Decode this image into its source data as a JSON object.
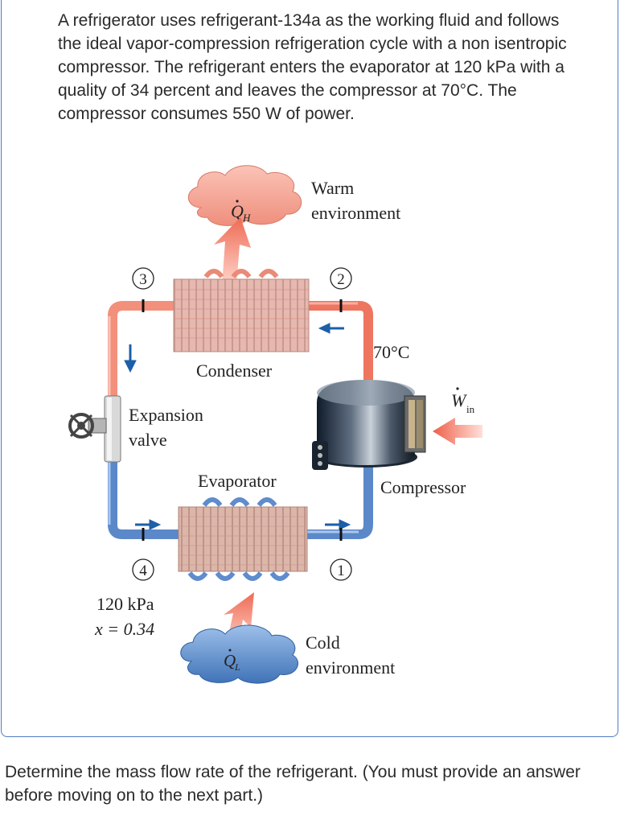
{
  "problem": {
    "text": "A refrigerator uses refrigerant-134a as the working fluid and follows the ideal vapor-compression refrigeration cycle with a non isentropic compressor. The refrigerant enters the evaporator at 120 kPa with a quality of 34 percent and leaves the compressor at 70°C. The compressor consumes 550 W of power."
  },
  "diagram": {
    "q_h": "Q",
    "q_h_sub": "H",
    "q_l": "Q",
    "q_l_sub": "L",
    "warm_line1": "Warm",
    "warm_line2": "environment",
    "cold_line1": "Cold",
    "cold_line2": "environment",
    "condenser": "Condenser",
    "evaporator": "Evaporator",
    "expansion_line1": "Expansion",
    "expansion_line2": "valve",
    "compressor": "Compressor",
    "w_in": "W",
    "w_in_sub": "in",
    "temp_label": "70°C",
    "state1": "1",
    "state2": "2",
    "state3": "3",
    "state4": "4",
    "pressure_label": "120 kPa",
    "quality_label": "x = 0.34",
    "colors": {
      "hot_line": "#ee7560",
      "cold_line": "#5b88c8",
      "warm_cloud": "#f5a090",
      "cold_cloud": "#4c7fc0",
      "arrow_blue": "#1d5fa8",
      "heat_arrow": "#f07060"
    }
  },
  "question": {
    "text": "Determine the mass flow rate of the refrigerant. (You must provide an answer before moving on to the next part.)"
  }
}
